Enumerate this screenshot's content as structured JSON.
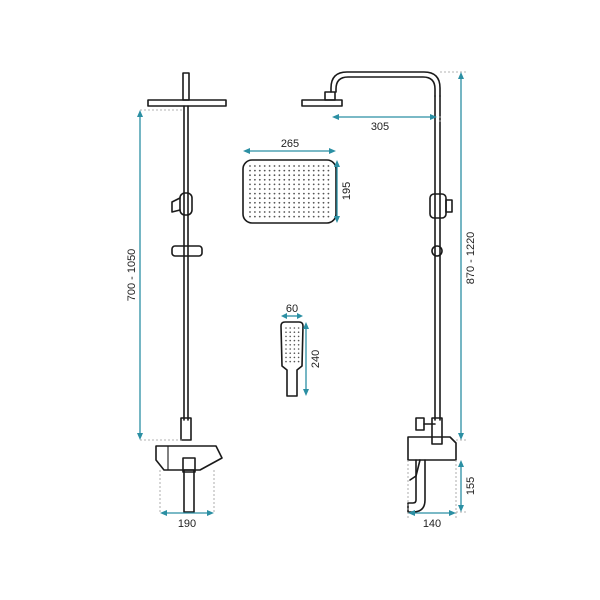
{
  "dimensions": {
    "height_left": "700 - 1050",
    "height_right": "870 - 1220",
    "width_190": "190",
    "width_140": "140",
    "arm_305": "305",
    "head_width": "265",
    "head_height": "195",
    "hand_width": "60",
    "hand_height": "240",
    "spout_155": "155"
  },
  "colors": {
    "dimension_line": "#2b8fa3",
    "drawing_line": "#1a1a1a"
  }
}
